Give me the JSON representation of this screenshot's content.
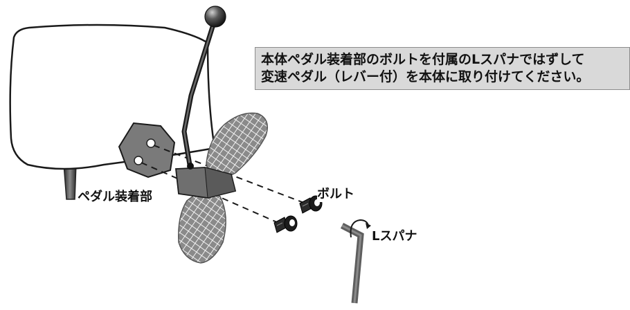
{
  "instruction": {
    "line1": "本体ペダル装着部のボルトを付属のLスパナではずして",
    "line2": "変速ペダル（レバー付）を本体に取り付けてください。"
  },
  "labels": {
    "pedal_mount": "ペダル装着部",
    "bolt": "ボルト",
    "l_spanner": "Lスパナ"
  }
}
